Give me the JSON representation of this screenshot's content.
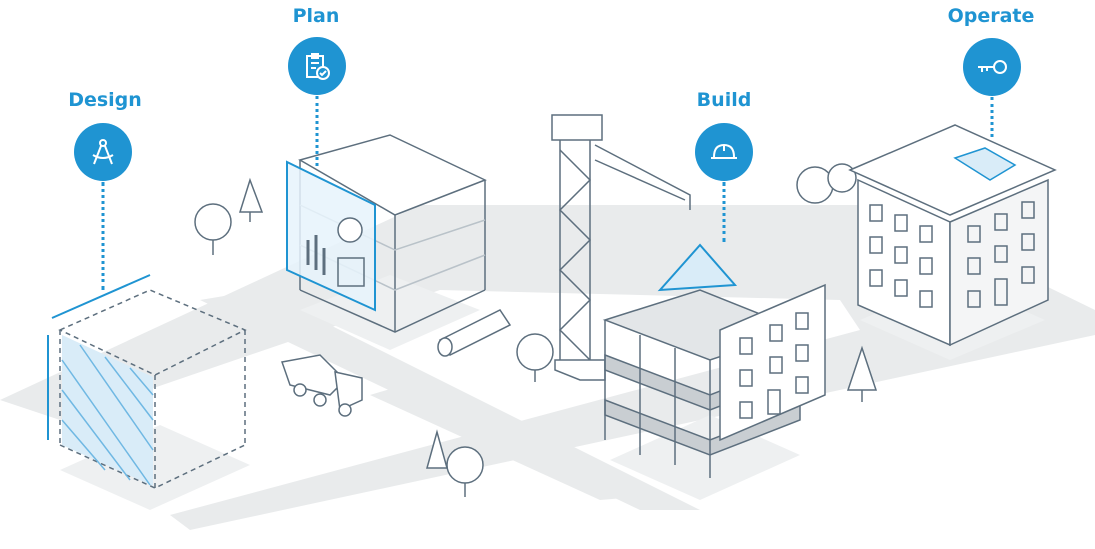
{
  "accent_color": "#1f94d2",
  "line_color": "#5d6f7e",
  "road_color": "#e9ebec",
  "stages": [
    {
      "label": "Design",
      "icon": "compass-icon"
    },
    {
      "label": "Plan",
      "icon": "clipboard-check-icon"
    },
    {
      "label": "Build",
      "icon": "hard-hat-icon"
    },
    {
      "label": "Operate",
      "icon": "key-icon"
    }
  ]
}
